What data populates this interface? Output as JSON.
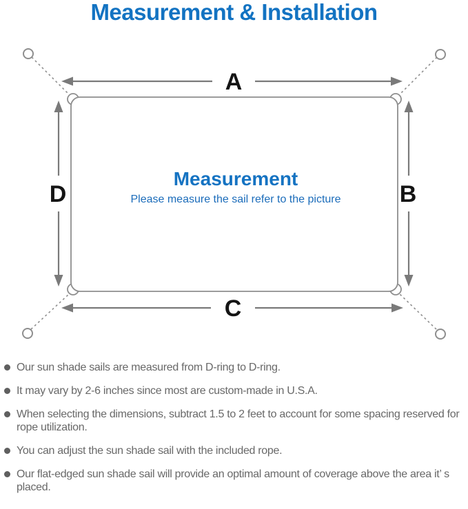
{
  "title": "Measurement & Installation",
  "colors": {
    "accent_blue": "#1373c2",
    "line_gray": "#8e8e8e",
    "arrow_gray": "#7a7a7a",
    "letter_black": "#141414",
    "note_text_gray": "#686868"
  },
  "diagram": {
    "center_title": "Measurement",
    "center_subtitle": "Please measure the sail refer to the picture",
    "side_labels": {
      "top": "A",
      "right": "B",
      "bottom": "C",
      "left": "D"
    },
    "corner_icons": "anchor-ring with dashed tether to sail d-ring at each of 4 corners"
  },
  "notes": [
    {
      "text": "Our sun shade sails are measured from D-ring to D-ring."
    },
    {
      "text": "It may vary by 2-6 inches since most are custom-made in U.S.A."
    },
    {
      "text": "When selecting the dimensions, subtract 1.5 to 2 feet to account for some spacing reserved for rope utilization."
    },
    {
      "text": "You can adjust the sun shade sail with the included rope."
    },
    {
      "text": "Our flat-edged sun shade sail will provide an optimal amount of coverage above the area it’ s placed."
    }
  ]
}
